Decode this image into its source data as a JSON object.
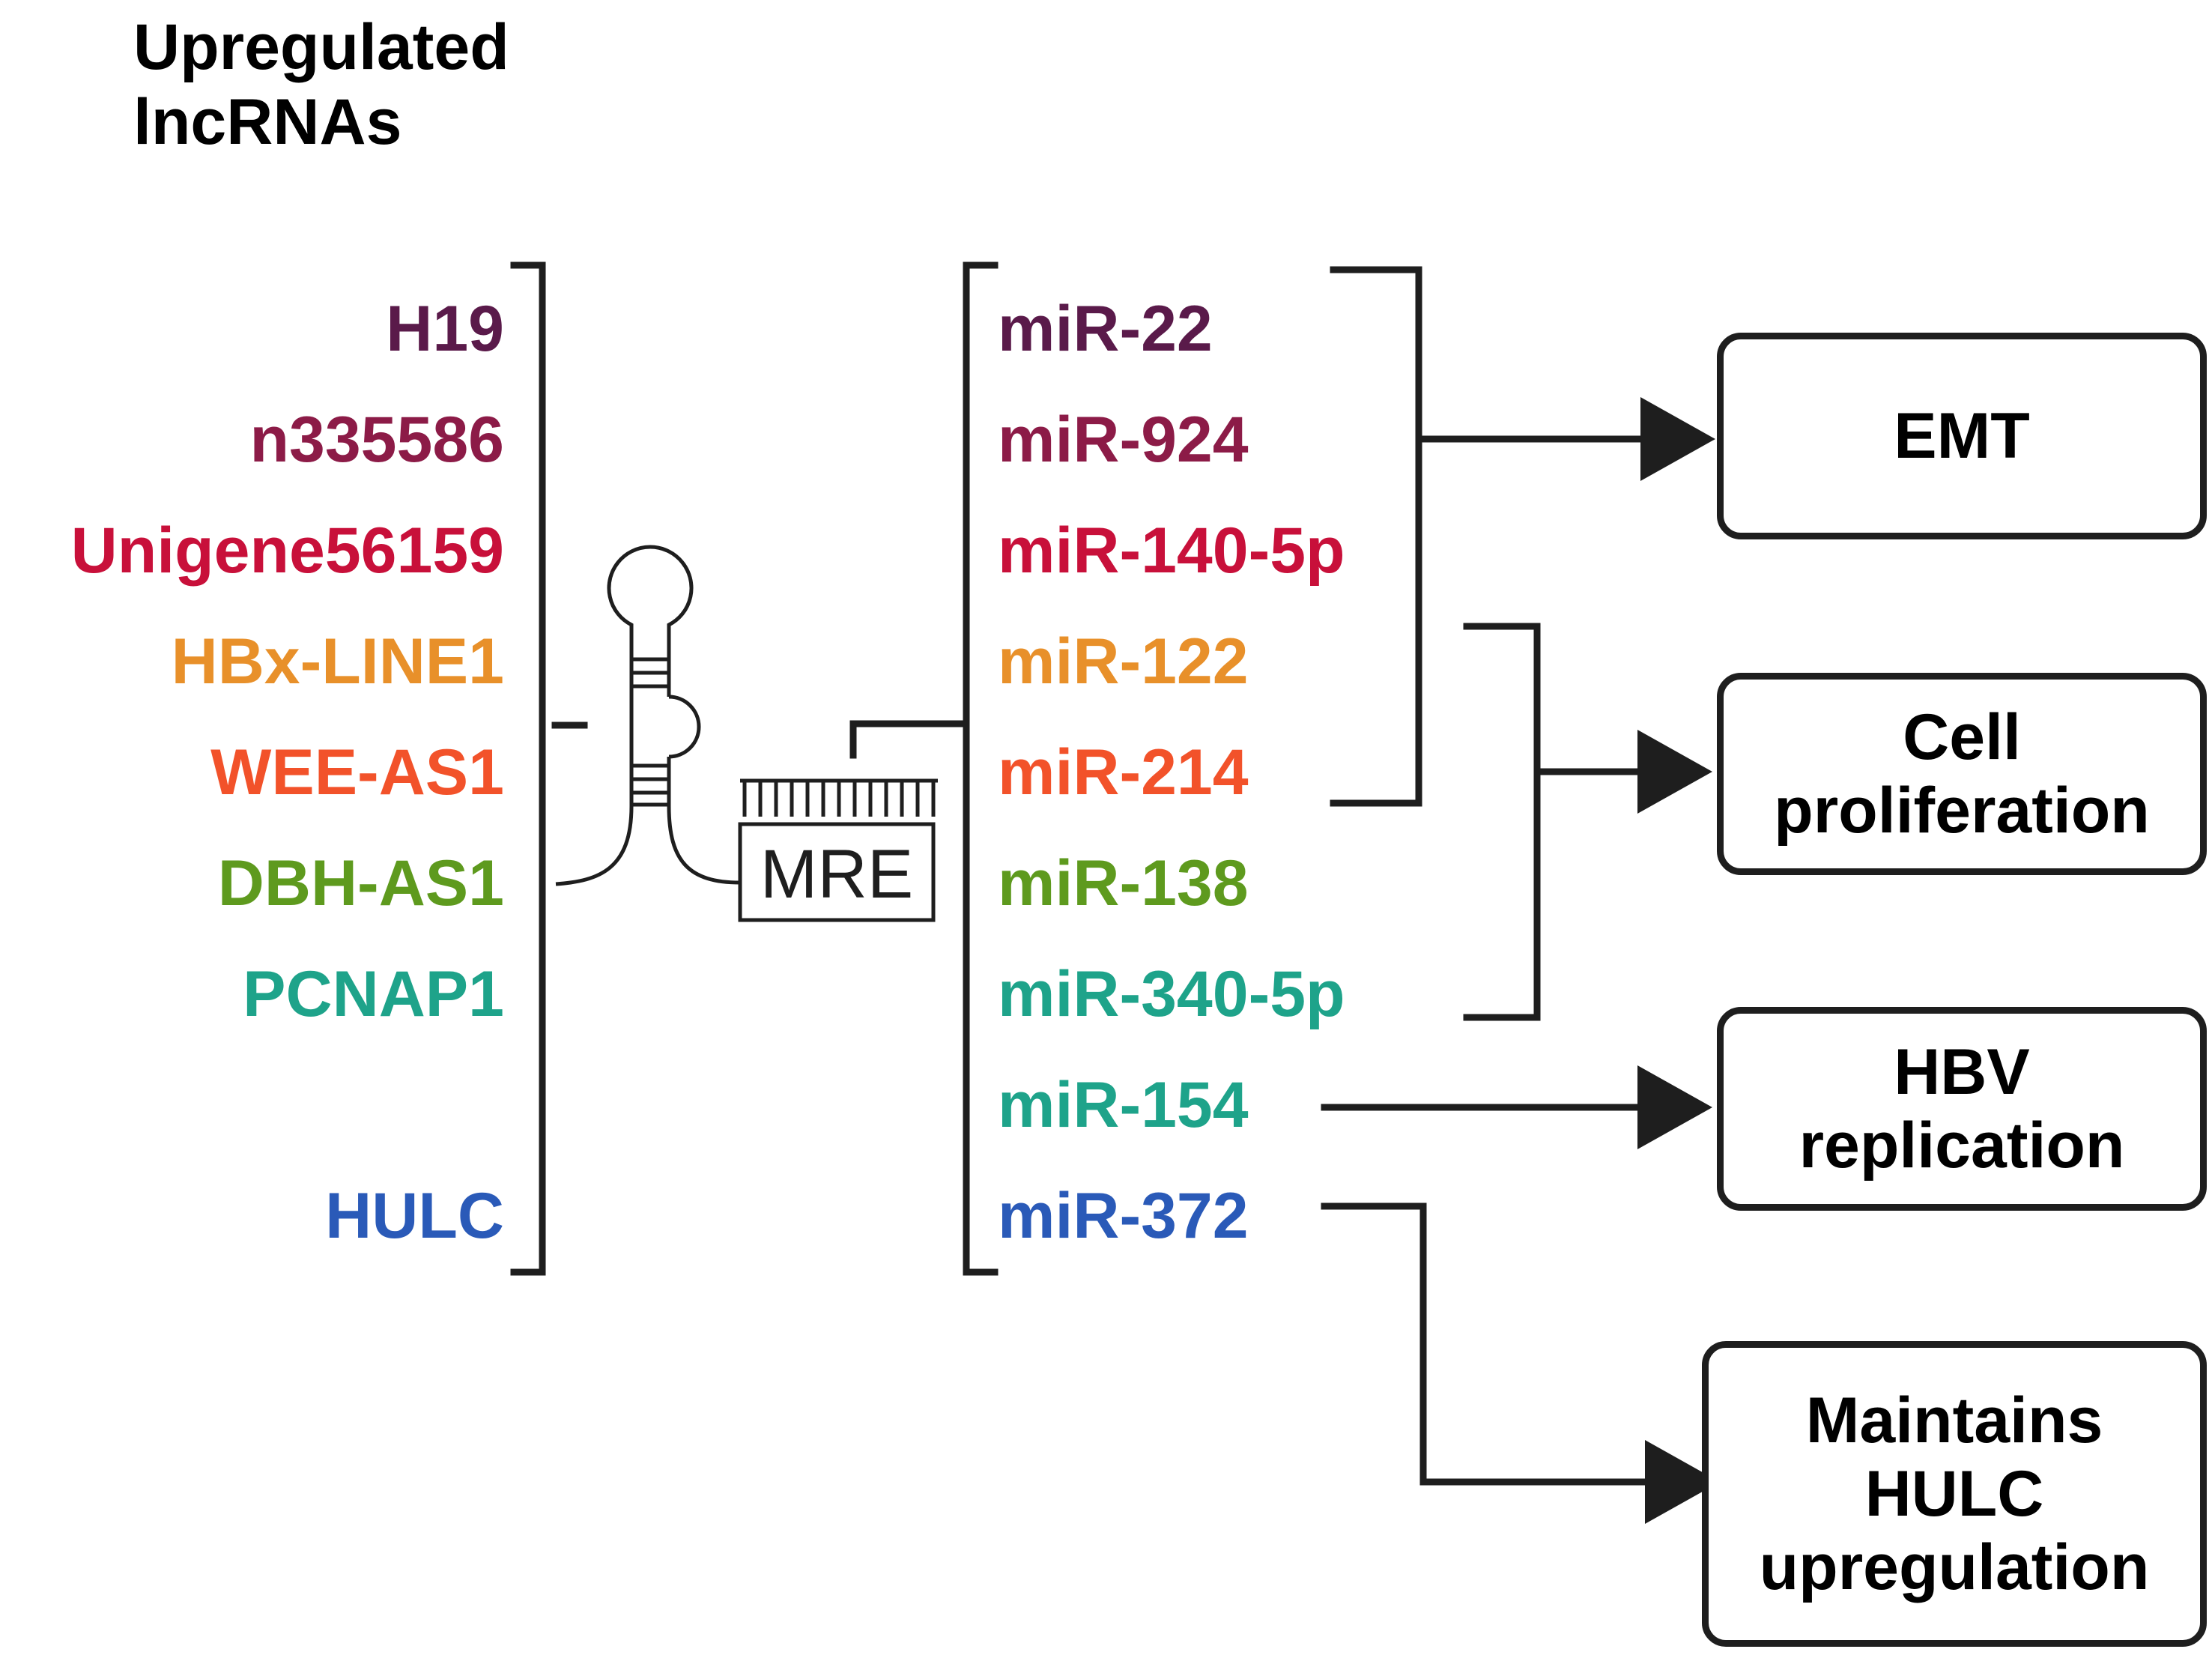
{
  "title": [
    "Upregulated",
    "lncRNAs"
  ],
  "lncrnas": [
    {
      "label": "H19",
      "color": "#5a1a4a"
    },
    {
      "label": "n335586",
      "color": "#8c1b47"
    },
    {
      "label": "Unigene56159",
      "color": "#c8103a"
    },
    {
      "label": "HBx-LINE1",
      "color": "#e8902a"
    },
    {
      "label": "WEE-AS1",
      "color": "#f2522a"
    },
    {
      "label": "DBH-AS1",
      "color": "#5e9a1e"
    },
    {
      "label": "PCNAP1",
      "color": "#1ea38a"
    },
    {
      "label": "HULC",
      "color": "#2a5ab8"
    }
  ],
  "mirnas": [
    {
      "label": "miR-22",
      "color": "#5a1a4a"
    },
    {
      "label": "miR-924",
      "color": "#8c1b47"
    },
    {
      "label": "miR-140-5p",
      "color": "#c8103a"
    },
    {
      "label": "miR-122",
      "color": "#e8902a"
    },
    {
      "label": "miR-214",
      "color": "#f2522a"
    },
    {
      "label": "miR-138",
      "color": "#5e9a1e"
    },
    {
      "label": "miR-340-5p",
      "color": "#1ea38a"
    },
    {
      "label": "miR-154",
      "color": "#1ea38a"
    },
    {
      "label": "miR-372",
      "color": "#2a5ab8"
    }
  ],
  "mre_label": "MRE",
  "outcomes": {
    "emt": [
      "EMT"
    ],
    "cell_proliferation": [
      "Cell",
      "proliferation"
    ],
    "hbv_replication": [
      "HBV",
      "replication"
    ],
    "hulc_upregulation": [
      "Maintains",
      "HULC",
      "upregulation"
    ]
  }
}
